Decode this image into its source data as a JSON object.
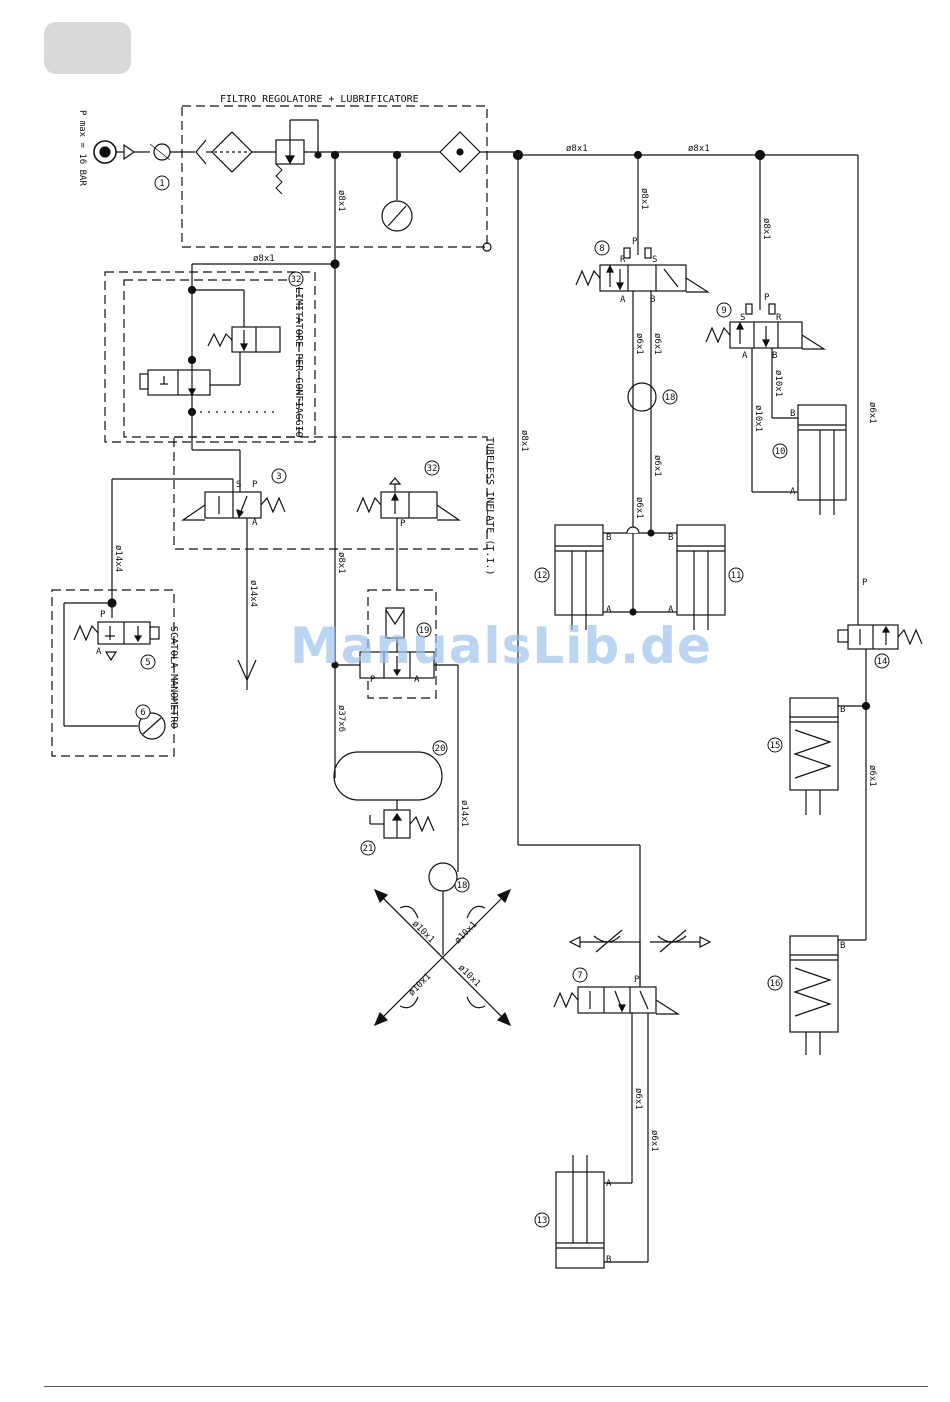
{
  "header": {
    "tab_label": ""
  },
  "pressure": {
    "label": "P max = 16 BAR"
  },
  "groups": {
    "filter": "FILTRO REGOLATORE + LUBRIFICATORE",
    "limiter": "LIMITATORE PER GONFIAGGIO",
    "tubeless": "TUBELESS INFLATE (T.I.)",
    "gauge_box": "SCATOLA MANOMETRO"
  },
  "pipes": {
    "d8x1": "ø8x1",
    "d6x1": "ø6x1",
    "d10x1": "ø10x1",
    "d14x4": "ø14x4",
    "d14x1": "ø14x1",
    "d37x6": "ø37x6"
  },
  "ports": {
    "P": "P",
    "A": "A",
    "B": "B",
    "S": "S",
    "R": "R"
  },
  "components": {
    "c1": "1",
    "c3": "3",
    "c5": "5",
    "c6": "6",
    "c7": "7",
    "c8": "8",
    "c9": "9",
    "c10": "10",
    "c11": "11",
    "c12": "12",
    "c13": "13",
    "c14": "14",
    "c15": "15",
    "c16": "16",
    "c18": "18",
    "c19": "19",
    "c20": "20",
    "c21": "21",
    "c32": "32"
  },
  "watermark": "ManualsLib.de",
  "colors": {
    "line": "#111111",
    "tab": "#d9d9d9",
    "watermark": "#9ec2ec"
  }
}
